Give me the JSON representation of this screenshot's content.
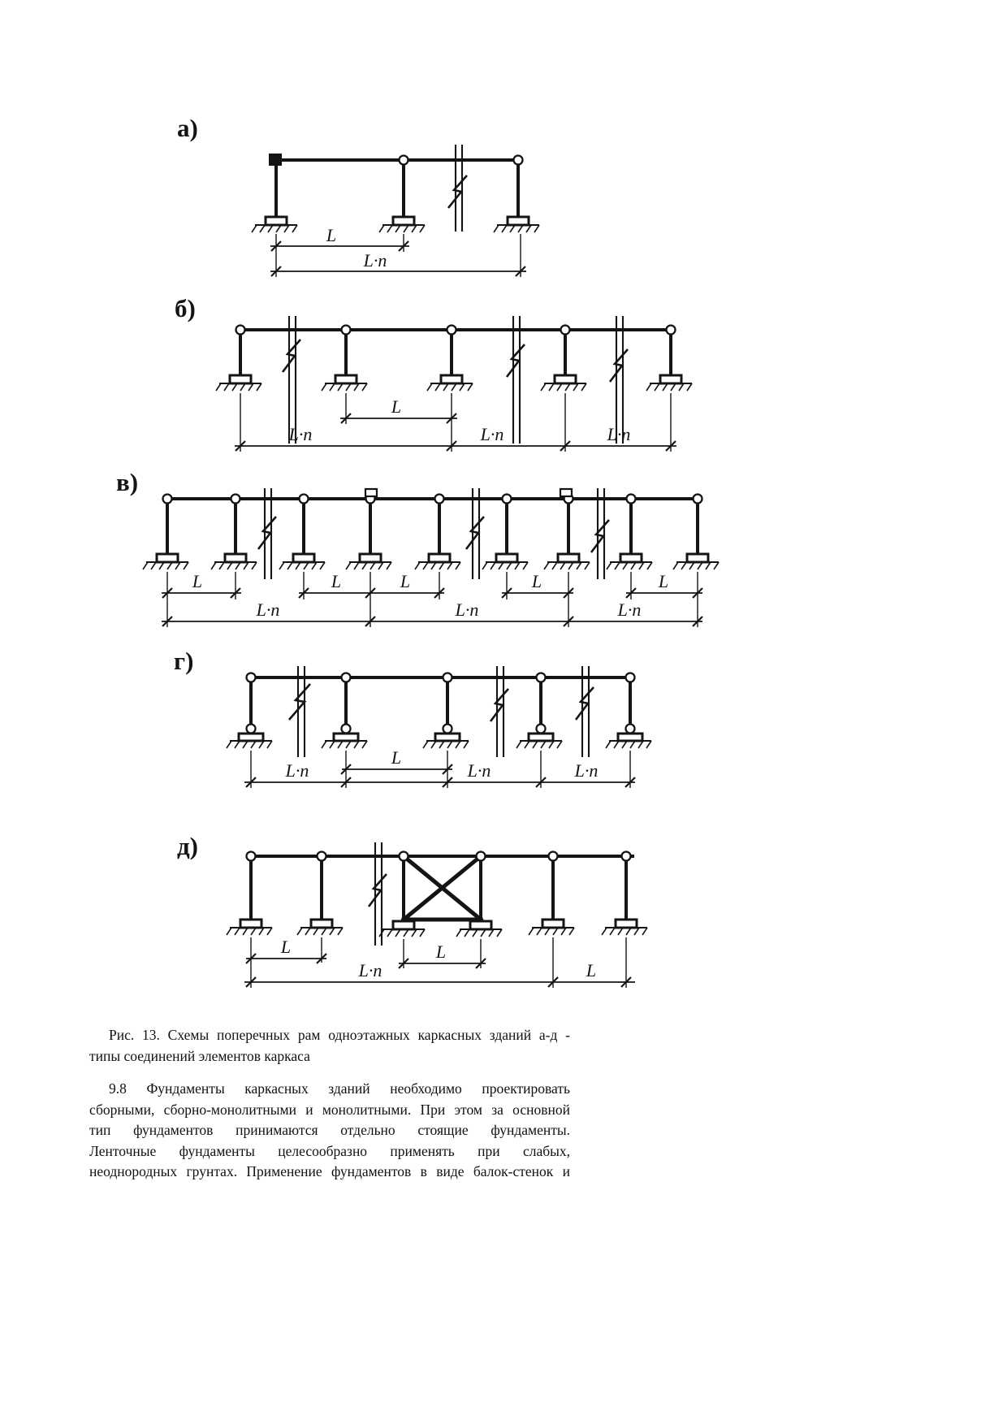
{
  "figure": {
    "diagrams": [
      {
        "key": "a",
        "label": "а)"
      },
      {
        "key": "b",
        "label": "б)"
      },
      {
        "key": "v",
        "label": "в)"
      },
      {
        "key": "g",
        "label": "г)"
      },
      {
        "key": "d",
        "label": "д)"
      }
    ],
    "dim": {
      "L": "L",
      "Ln": "L·n"
    }
  },
  "caption": {
    "line1": "Рис. 13. Схемы поперечных рам одноэтажных каркасных зданий а-д -",
    "line2": "типы соединений элементов каркаса"
  },
  "paragraph": {
    "lines": [
      "9.8 Фундаменты каркасных зданий необходимо проектировать",
      "сборными, сборно-монолитными и монолитными. При этом за основной",
      "тип фундаментов принимаются отдельно стоящие фундаменты.",
      "Ленточные фундаменты целесообразно применять при слабых,",
      "неоднородных грунтах. Применение фундаментов в виде балок-стенок и"
    ]
  }
}
